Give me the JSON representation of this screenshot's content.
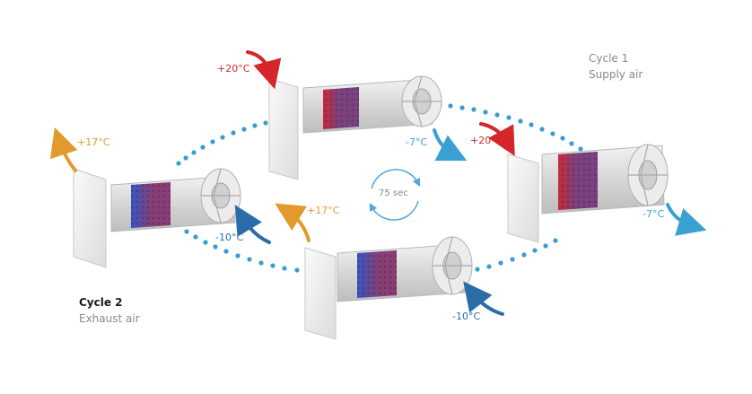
{
  "cycle1": {
    "title": "Cycle 1",
    "subtitle": "Supply air"
  },
  "cycle2": {
    "title": "Cycle 2",
    "subtitle": "Exhaust air"
  },
  "timer": {
    "label": "75 sec"
  },
  "units": {
    "top": {
      "in_temp": "+20°C",
      "out_temp": "-7°C"
    },
    "right": {
      "in_temp": "+20°C",
      "out_temp": "-7°C"
    },
    "left": {
      "out_temp": "+17°C",
      "in_temp": "-10°C"
    },
    "bottom": {
      "out_temp": "+17°C",
      "in_temp": "-10°C"
    }
  },
  "colors": {
    "warm": "#d4262b",
    "amber": "#e39a2c",
    "cool": "#3aa0d2",
    "cool_dark": "#2b6ea7",
    "dots": "#3a9bd0"
  },
  "icons": [
    "curved-arrow-icon",
    "cycle-arrows-icon"
  ]
}
